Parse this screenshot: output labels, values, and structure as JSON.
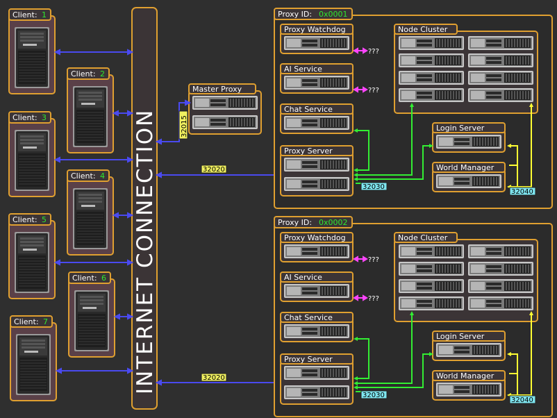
{
  "diagram": {
    "internet_label": "INTERNET CONNECTION",
    "client_prefix": "Client: ",
    "clients": [
      "1",
      "2",
      "3",
      "4",
      "5",
      "6",
      "7"
    ],
    "master_proxy": {
      "title": "Master Proxy",
      "port": "32015"
    },
    "proxies": [
      {
        "title_prefix": "Proxy ID: ",
        "id": "0x0001",
        "watchdog": "Proxy Watchdog",
        "ai": "AI Service",
        "chat": "Chat Service",
        "proxy_server": "Proxy Server",
        "node_cluster": "Node Cluster",
        "login": "Login Server",
        "world": "World Manager",
        "unknown": "???",
        "port_in": "32020",
        "port_internal": "32030",
        "port_world": "32040"
      },
      {
        "title_prefix": "Proxy ID: ",
        "id": "0x0002",
        "watchdog": "Proxy Watchdog",
        "ai": "AI Service",
        "chat": "Chat Service",
        "proxy_server": "Proxy Server",
        "node_cluster": "Node Cluster",
        "login": "Login Server",
        "world": "World Manager",
        "unknown": "???",
        "port_in": "32020",
        "port_internal": "32030",
        "port_world": "32040"
      }
    ],
    "colors": {
      "background": "#2f2f2f",
      "frame": "#e0a030",
      "panel": "#3b3436",
      "client_link": "#4a4af0",
      "green_link": "#33ee33",
      "magenta_link": "#ff44ff",
      "yellow_link": "#ffff33",
      "id_text": "#2ee82e",
      "port_yellow": "#f0f060",
      "port_cyan": "#7fe6f0"
    }
  }
}
